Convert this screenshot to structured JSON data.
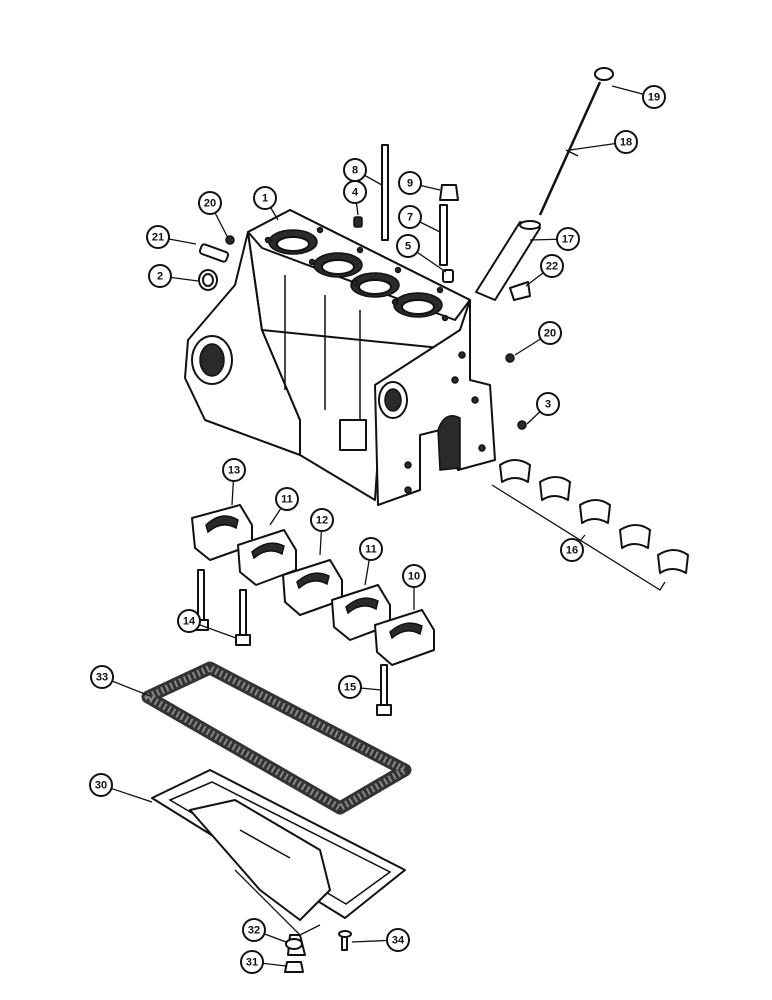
{
  "callouts": [
    {
      "id": "c1",
      "label": "1"
    },
    {
      "id": "c2",
      "label": "2"
    },
    {
      "id": "c3",
      "label": "3"
    },
    {
      "id": "c4",
      "label": "4"
    },
    {
      "id": "c5",
      "label": "5"
    },
    {
      "id": "c7",
      "label": "7"
    },
    {
      "id": "c8",
      "label": "8"
    },
    {
      "id": "c9",
      "label": "9"
    },
    {
      "id": "c10",
      "label": "10"
    },
    {
      "id": "c11a",
      "label": "11"
    },
    {
      "id": "c11b",
      "label": "11"
    },
    {
      "id": "c12",
      "label": "12"
    },
    {
      "id": "c13",
      "label": "13"
    },
    {
      "id": "c14",
      "label": "14"
    },
    {
      "id": "c15",
      "label": "15"
    },
    {
      "id": "c16",
      "label": "16"
    },
    {
      "id": "c17",
      "label": "17"
    },
    {
      "id": "c18",
      "label": "18"
    },
    {
      "id": "c19",
      "label": "19"
    },
    {
      "id": "c20a",
      "label": "20"
    },
    {
      "id": "c20b",
      "label": "20"
    },
    {
      "id": "c21",
      "label": "21"
    },
    {
      "id": "c22",
      "label": "22"
    },
    {
      "id": "c30",
      "label": "30"
    },
    {
      "id": "c31",
      "label": "31"
    },
    {
      "id": "c32",
      "label": "32"
    },
    {
      "id": "c33",
      "label": "33"
    },
    {
      "id": "c34",
      "label": "34"
    }
  ]
}
